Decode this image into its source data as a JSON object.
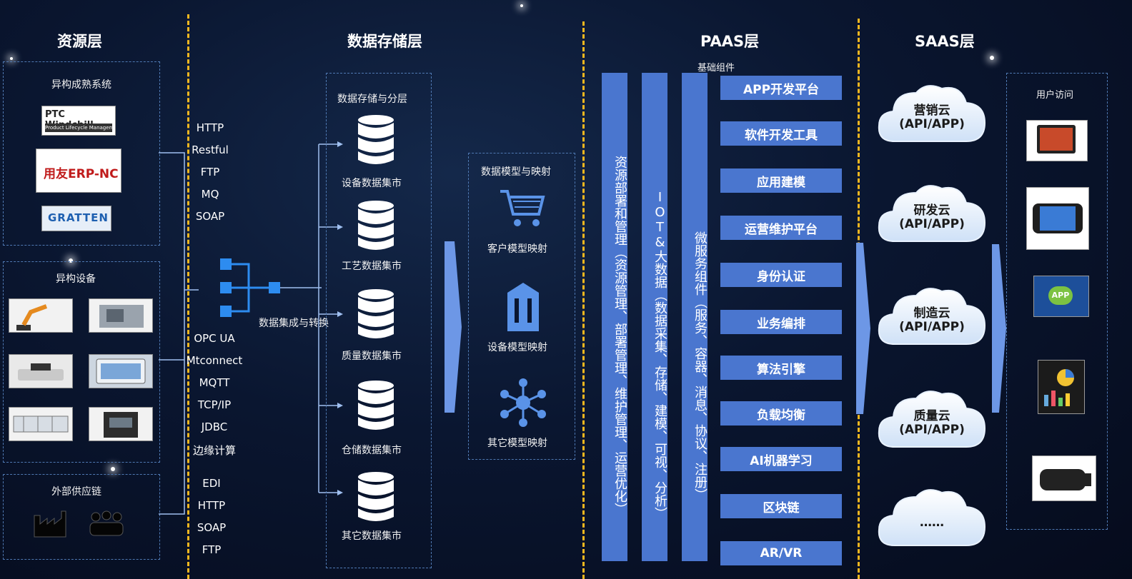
{
  "sections": {
    "resource": "资源层",
    "storage": "数据存储层",
    "paas": "PAAS层",
    "saas": "SAAS层"
  },
  "resource": {
    "systems_title": "异构成熟系统",
    "systems": [
      "PTC Windchill",
      "用友ERP-NC",
      "GRATTEN"
    ],
    "ptc_sub": "Product Lifecycle Management",
    "devices_title": "异构设备",
    "supply_title": "外部供应链"
  },
  "protocols": {
    "group1": [
      "HTTP",
      "Restful",
      "FTP",
      "MQ",
      "SOAP"
    ],
    "group2": [
      "OPC UA",
      "Mtconnect",
      "MQTT",
      "TCP/IP",
      "JDBC",
      "边缘计算"
    ],
    "group3": [
      "EDI",
      "HTTP",
      "SOAP",
      "FTP"
    ]
  },
  "integration": {
    "label": "数据集成与转换"
  },
  "storage": {
    "title": "数据存储与分层",
    "marts": [
      "设备数据集市",
      "工艺数据集市",
      "质量数据集市",
      "仓储数据集市",
      "其它数据集市"
    ]
  },
  "model": {
    "title": "数据模型与映射",
    "items": [
      "客户模型映射",
      "设备模型映射",
      "其它模型映射"
    ]
  },
  "paas": {
    "base_label": "基础组件",
    "columns": [
      "资源部署和管理（资源管理、部署管理、维护管理、运营优化）",
      "IOT&大数据（数据采集、存储、建模、可视、分析）",
      "微服务组件（服务、容器、消息、协议、注册）"
    ],
    "services": [
      "APP开发平台",
      "软件开发工具",
      "应用建模",
      "运营维护平台",
      "身份认证",
      "业务编排",
      "算法引擎",
      "负载均衡",
      "AI机器学习",
      "区块链",
      "AR/VR"
    ]
  },
  "saas": {
    "clouds": [
      {
        "name": "营销云",
        "sub": "(API/APP)"
      },
      {
        "name": "研发云",
        "sub": "(API/APP)"
      },
      {
        "name": "制造云",
        "sub": "(API/APP)"
      },
      {
        "name": "质量云",
        "sub": "(API/APP)"
      },
      {
        "name": "……",
        "sub": ""
      }
    ],
    "user_access": "用户访问",
    "app_badge": "APP"
  },
  "colors": {
    "accent_blue": "#4a76cf",
    "divider_yellow": "#f5b81f",
    "dash_border": "#4f79b3"
  }
}
